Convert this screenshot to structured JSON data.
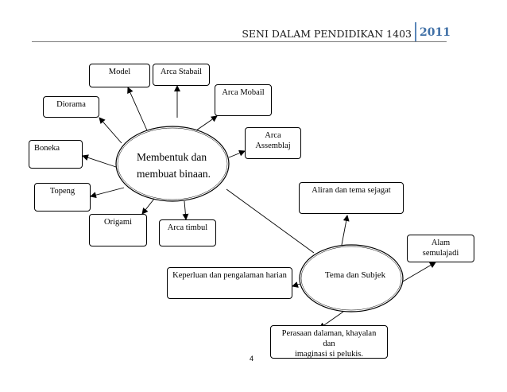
{
  "header": {
    "title": "SENI DALAM PENDIDIKAN 1403",
    "year": "2011"
  },
  "main_node": {
    "line1": "Membentuk dan",
    "line2": "membuat binaan."
  },
  "main_branches": {
    "model": "Model",
    "arca_stabail": "Arca Stabail",
    "arca_mobail": "Arca Mobail",
    "diorama": "Diorama",
    "arca_assemblaj_1": "Arca",
    "arca_assemblaj_2": "Assemblaj",
    "boneka": "Boneka",
    "topeng": "Topeng",
    "origami": "Origami",
    "arca_timbul": "Arca timbul"
  },
  "sub_node": {
    "label": "Tema dan Subjek"
  },
  "sub_branches": {
    "aliran": "Aliran dan tema sejagat",
    "alam": "Alam semulajadi",
    "keperluan": "Keperluan dan pengalaman harian",
    "perasaan_1": "Perasaan dalaman, khayalan dan",
    "perasaan_2": "imaginasi si pelukis."
  },
  "footer": {
    "page_number": "4"
  }
}
